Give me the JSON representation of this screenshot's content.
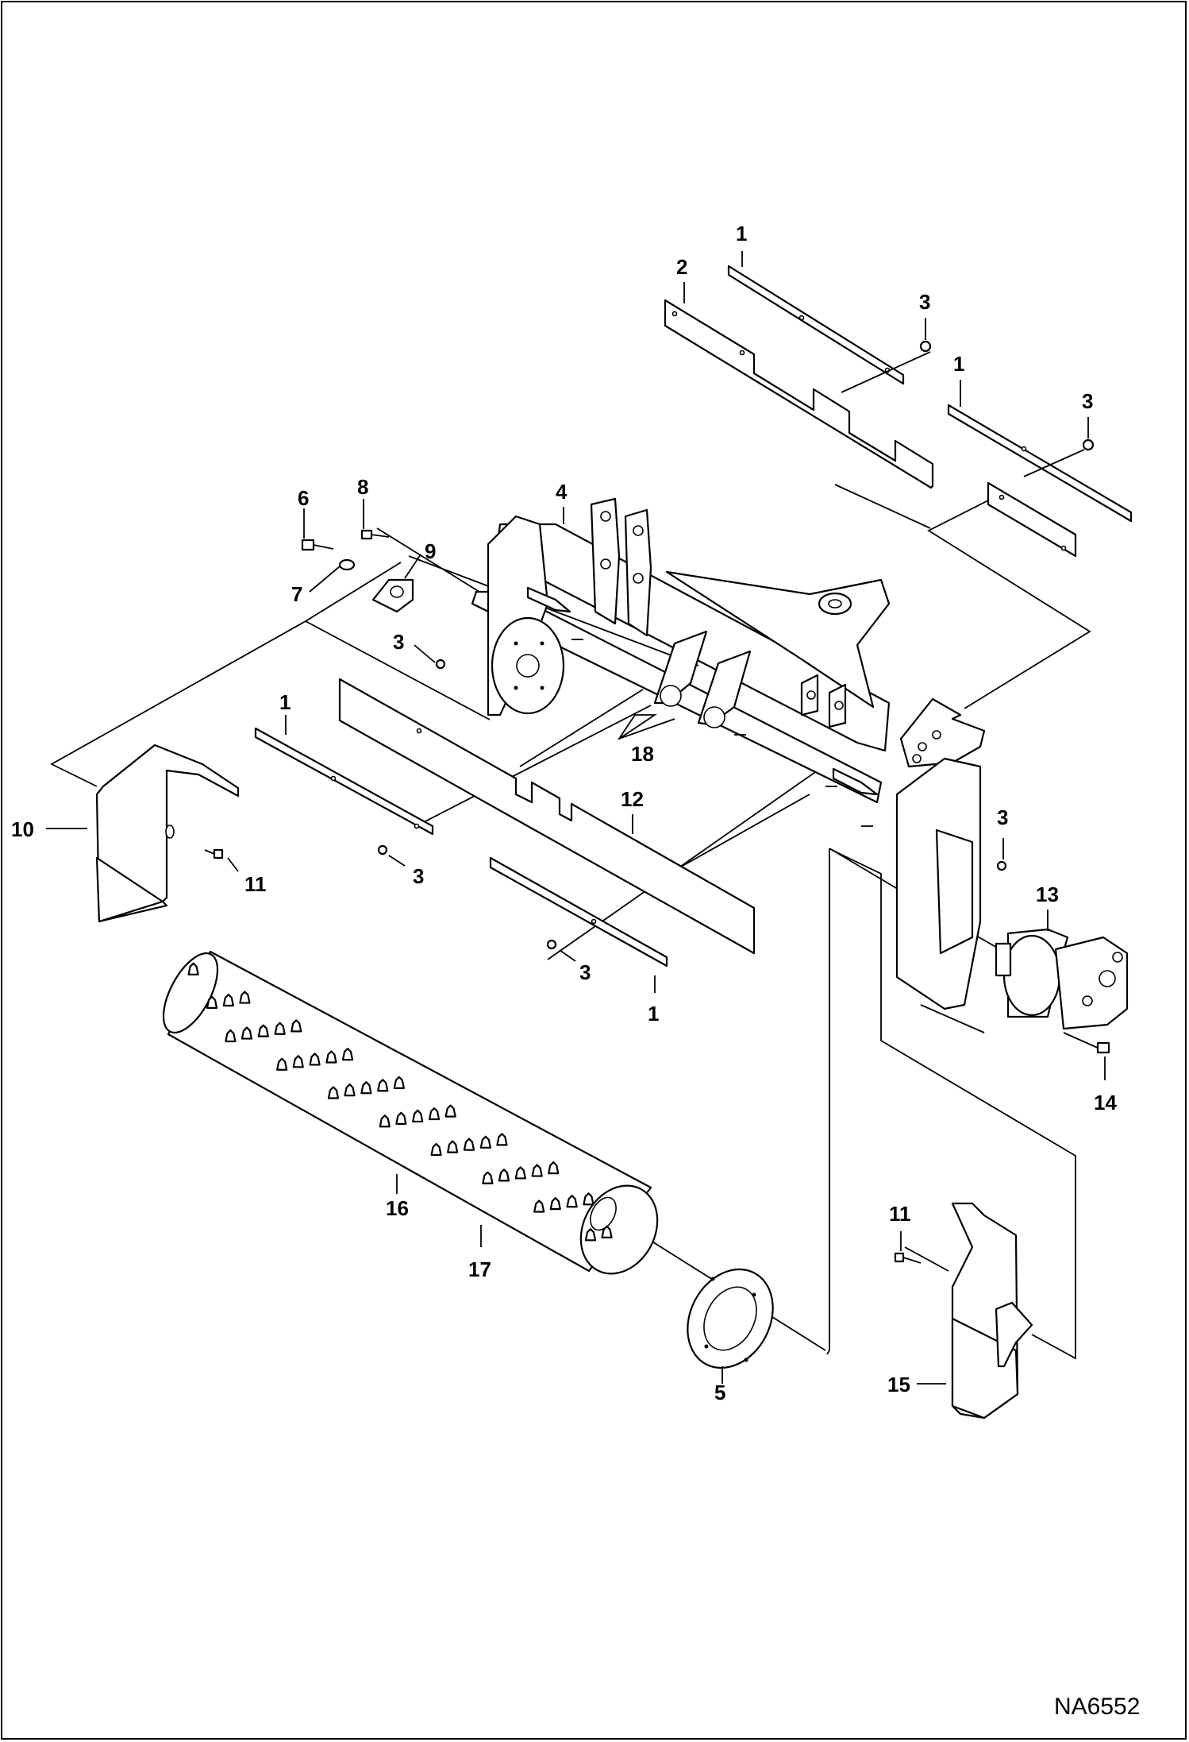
{
  "drawing_code": "NA6552",
  "callouts": [
    {
      "id": "c1a",
      "text": "1"
    },
    {
      "id": "c2",
      "text": "2"
    },
    {
      "id": "c3a",
      "text": "3"
    },
    {
      "id": "c1b",
      "text": "1"
    },
    {
      "id": "c3b",
      "text": "3"
    },
    {
      "id": "c6",
      "text": "6"
    },
    {
      "id": "c8",
      "text": "8"
    },
    {
      "id": "c4",
      "text": "4"
    },
    {
      "id": "c9",
      "text": "9"
    },
    {
      "id": "c7",
      "text": "7"
    },
    {
      "id": "c3c",
      "text": "3"
    },
    {
      "id": "c1c",
      "text": "1"
    },
    {
      "id": "c18",
      "text": "18"
    },
    {
      "id": "c12",
      "text": "12"
    },
    {
      "id": "c10",
      "text": "10"
    },
    {
      "id": "c11a",
      "text": "11"
    },
    {
      "id": "c3d",
      "text": "3"
    },
    {
      "id": "c3e",
      "text": "3"
    },
    {
      "id": "c1d",
      "text": "1"
    },
    {
      "id": "c3f",
      "text": "3"
    },
    {
      "id": "c13",
      "text": "13"
    },
    {
      "id": "c14",
      "text": "14"
    },
    {
      "id": "c16",
      "text": "16"
    },
    {
      "id": "c17",
      "text": "17"
    },
    {
      "id": "c11b",
      "text": "11"
    },
    {
      "id": "c5",
      "text": "5"
    },
    {
      "id": "c15",
      "text": "15"
    }
  ]
}
